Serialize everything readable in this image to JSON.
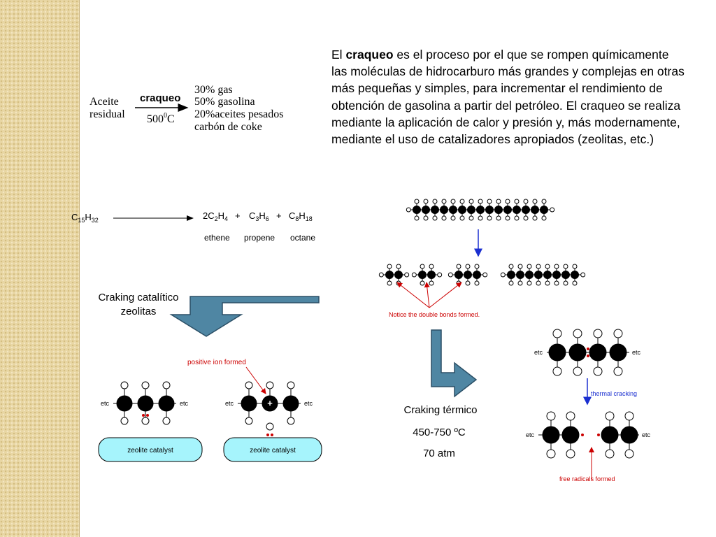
{
  "description": {
    "prefix": "El ",
    "keyword": "craqueo",
    "rest": " es el proceso por el que se rompen químicamente las moléculas de hidrocarburo más grandes y complejas en otras más pequeñas y simples, para incrementar el rendimiento de obtención de gasolina a partir del petróleo. El craqueo se realiza mediante la aplicación de calor y presión y, más modernamente, mediante el uso de catalizadores apropiados (zeolitas, etc.)"
  },
  "scheme": {
    "feed_line1": "Aceite",
    "feed_line2": "residual",
    "arrow_top": "craqueo",
    "arrow_bottom_value": "500",
    "arrow_bottom_sup": "0",
    "arrow_bottom_unit": "C",
    "products": [
      "30% gas",
      "50% gasolina",
      "20%aceites pesados",
      "carbón de coke"
    ]
  },
  "reaction": {
    "reactant_c": "C",
    "reactant_c_sub": "15",
    "reactant_h": "H",
    "reactant_h_sub": "32",
    "p1_coef": "2C",
    "p1_c_sub": "2",
    "p1_h": "H",
    "p1_h_sub": "4",
    "p2_c": "C",
    "p2_c_sub": "3",
    "p2_h": "H",
    "p2_h_sub": "6",
    "p3_c": "C",
    "p3_c_sub": "8",
    "p3_h": "H",
    "p3_h_sub": "18",
    "plus": "+",
    "names": [
      "ethene",
      "propene",
      "octane"
    ]
  },
  "catalytic": {
    "title_line1": "Craking catalítico",
    "title_line2": "zeolitas",
    "annotation": "positive ion formed",
    "etc": "etc",
    "plus_sign": "+",
    "catalyst_label": "zeolite catalyst"
  },
  "thermal_chain": {
    "annotation": "Notice the double bonds formed."
  },
  "thermal": {
    "title": "Craking térmico",
    "temperature": "450-750 ºC",
    "pressure": "70 atm",
    "process_label": "thermal cracking",
    "annotation": "free radicals formed",
    "etc": "etc"
  },
  "colors": {
    "arrow_fill": "#4f86a3",
    "arrow_stroke": "#2b4f66",
    "catalyst_fill": "#a6f4fc",
    "annotation_red": "#cc0000",
    "blue_arrow": "#1a2fd0",
    "strip": "#e8d6a4"
  }
}
